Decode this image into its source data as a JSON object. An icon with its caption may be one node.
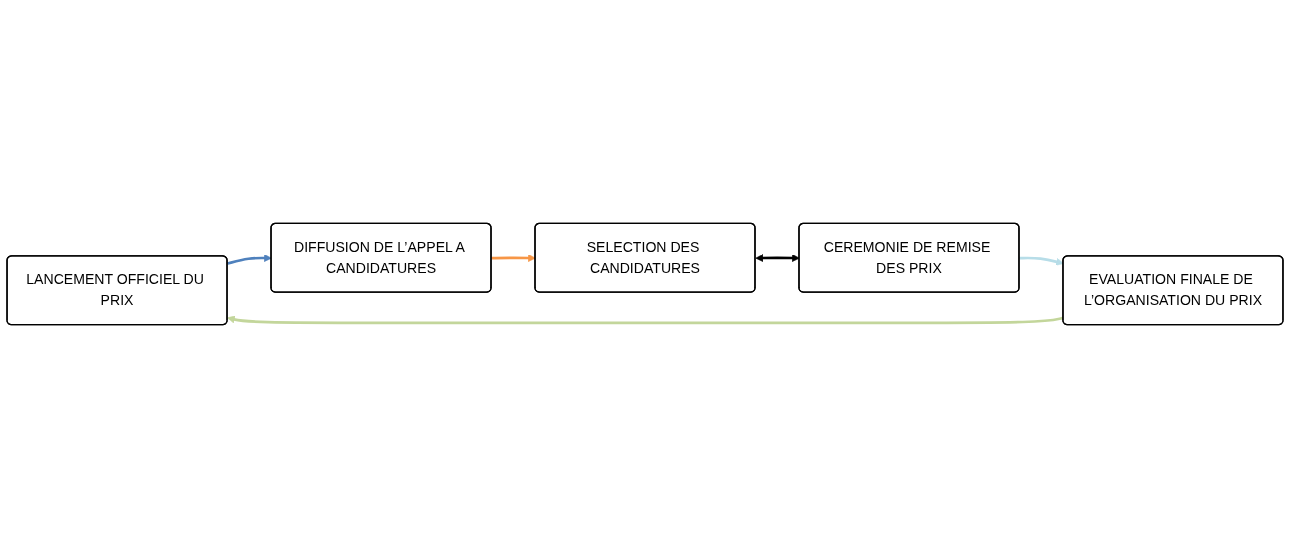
{
  "diagram": {
    "nodes": [
      {
        "text": [
          "LANCEMENT OFFICIEL DU PRIX"
        ]
      },
      {
        "text": [
          "DIFFUSION DE L’APPEL A CANDIDATURES"
        ]
      },
      {
        "text": [
          "SELECTION DES CANDIDATURES"
        ]
      },
      {
        "text": [
          "CEREMONIE DE REMISE DES PRIX"
        ]
      },
      {
        "text": [
          "EVALUATION FINALE DE L’ORGANISATION DU PRIX"
        ]
      }
    ],
    "edges": [
      {
        "from": 4,
        "to": 0,
        "arrow": "to",
        "color": "#c3d69b"
      },
      {
        "from": 0,
        "to": 1,
        "arrow": "to",
        "color": "#4f81bd"
      },
      {
        "from": 1,
        "to": 2,
        "arrow": "to",
        "color": "#f79646"
      },
      {
        "from": 2,
        "to": 3,
        "arrow": "both",
        "color": "#000000"
      },
      {
        "from": 3,
        "to": 4,
        "arrow": "to",
        "color": "#b7dde8"
      }
    ]
  }
}
